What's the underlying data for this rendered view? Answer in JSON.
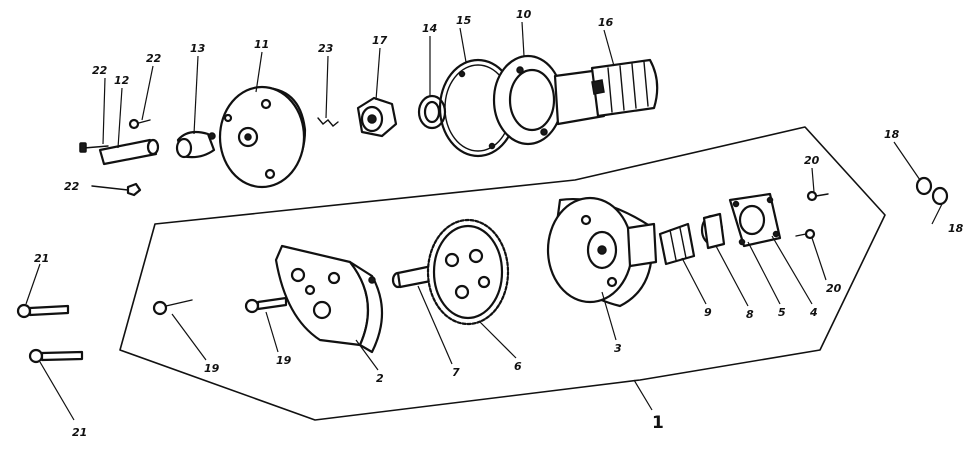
{
  "labels": {
    "l1": "1",
    "l2": "2",
    "l3": "3",
    "l4": "4",
    "l5": "5",
    "l6": "6",
    "l7": "7",
    "l8": "8",
    "l9": "9",
    "l10": "10",
    "l11": "11",
    "l12": "12",
    "l13": "13",
    "l14": "14",
    "l15": "15",
    "l16": "16",
    "l17": "17",
    "l18a": "18",
    "l18b": "18",
    "l19a": "19",
    "l19b": "19",
    "l20a": "20",
    "l20b": "20",
    "l21a": "21",
    "l21b": "21",
    "l22a": "22",
    "l22b": "22",
    "l22c": "22",
    "l23": "23"
  },
  "style": {
    "ink": "#111111",
    "paper": "#ffffff"
  }
}
